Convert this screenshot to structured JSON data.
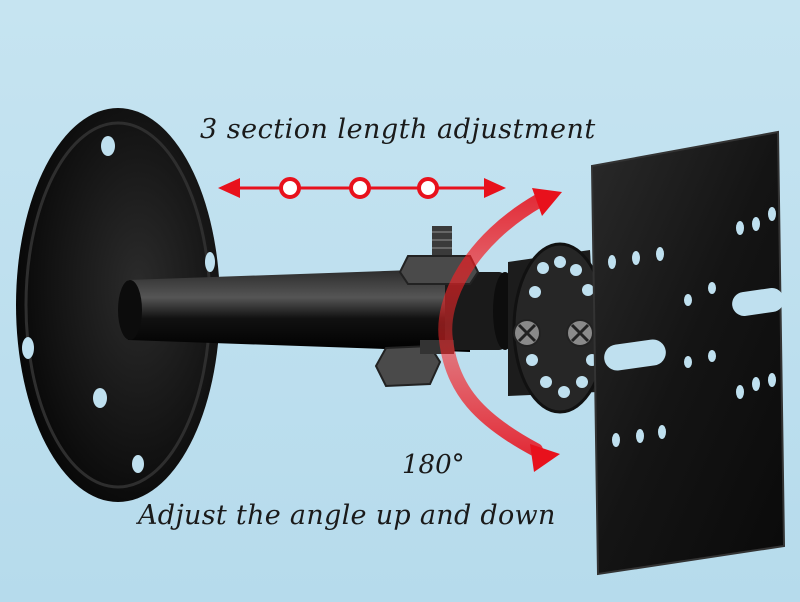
{
  "captions": {
    "length_adjustment": "3 section length adjustment",
    "rotation_degrees": "180°",
    "angle_adjustment": "Adjust the angle up and down"
  },
  "colors": {
    "background": "#bfe0ef",
    "metal": "#141414",
    "accent": "#e8111c"
  }
}
